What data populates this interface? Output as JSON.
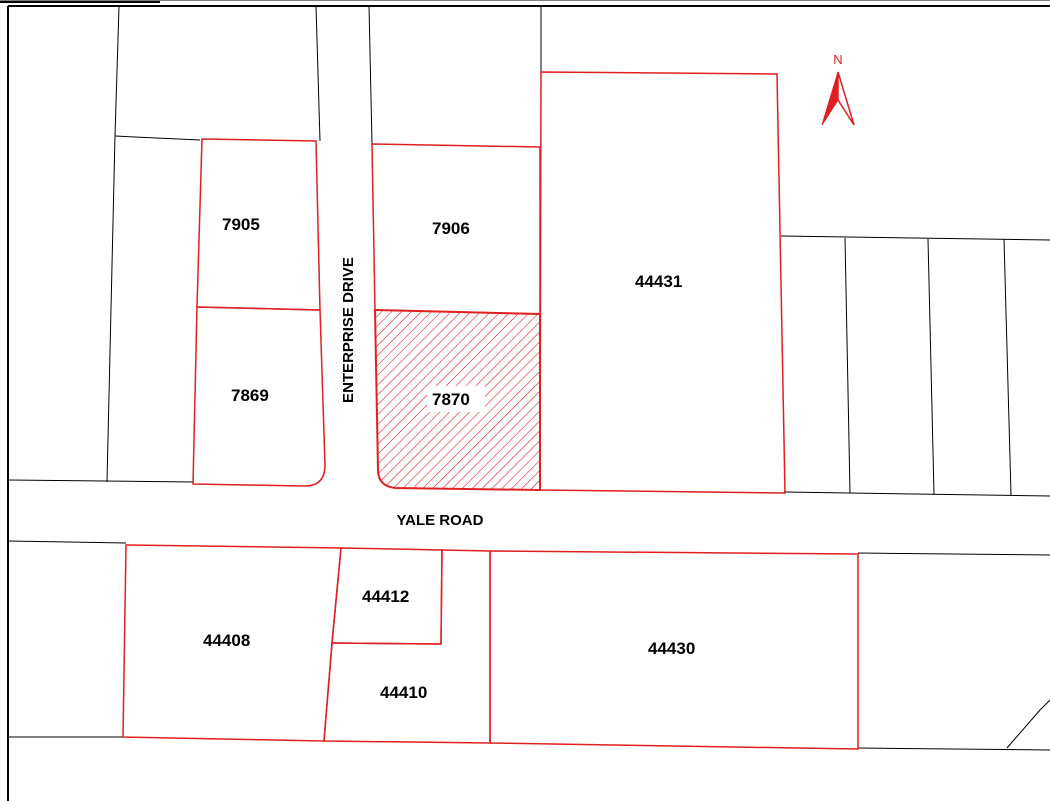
{
  "map": {
    "north_label": "N",
    "roads": {
      "enterprise_drive": "ENTERPRISE DRIVE",
      "yale_road": "YALE ROAD"
    },
    "lots": {
      "l7905": "7905",
      "l7906": "7906",
      "l44431": "44431",
      "l7869": "7869",
      "l7870": "7870",
      "l44412": "44412",
      "l44408": "44408",
      "l44430": "44430",
      "l44410": "44410"
    },
    "subject_lot": "7870",
    "colors": {
      "lot_outline": "#e02020",
      "base_lines": "#000000",
      "subject_hatch": "#e02020"
    }
  }
}
